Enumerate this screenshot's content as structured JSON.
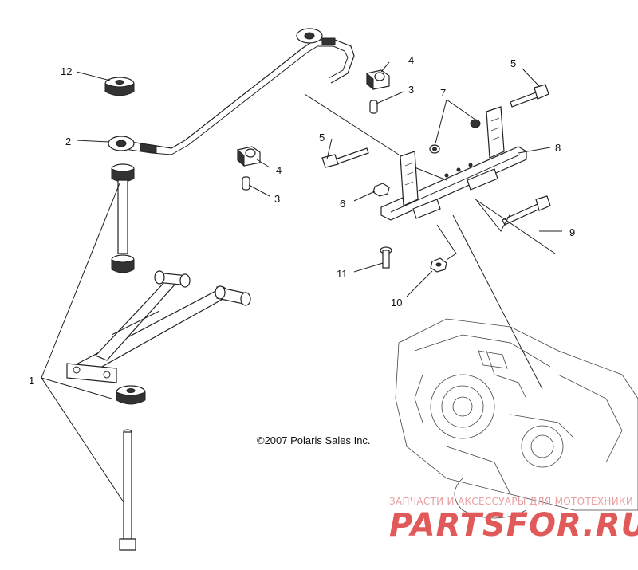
{
  "copyright": "©2007 Polaris Sales Inc.",
  "watermark": {
    "tagline": "ЗАПЧАСТИ И АКСЕССУАРЫ ДЛЯ МОТОТЕХНИКИ",
    "logo_text": "PARTSFOR.RU",
    "color": "#e05a5a"
  },
  "callouts": {
    "c1": "1",
    "c2": "2",
    "c3a": "3",
    "c3b": "3",
    "c4a": "4",
    "c4b": "4",
    "c5a": "5",
    "c5b": "5",
    "c6": "6",
    "c7": "7",
    "c8": "8",
    "c9": "9",
    "c10": "10",
    "c11": "11",
    "c12": "12"
  }
}
